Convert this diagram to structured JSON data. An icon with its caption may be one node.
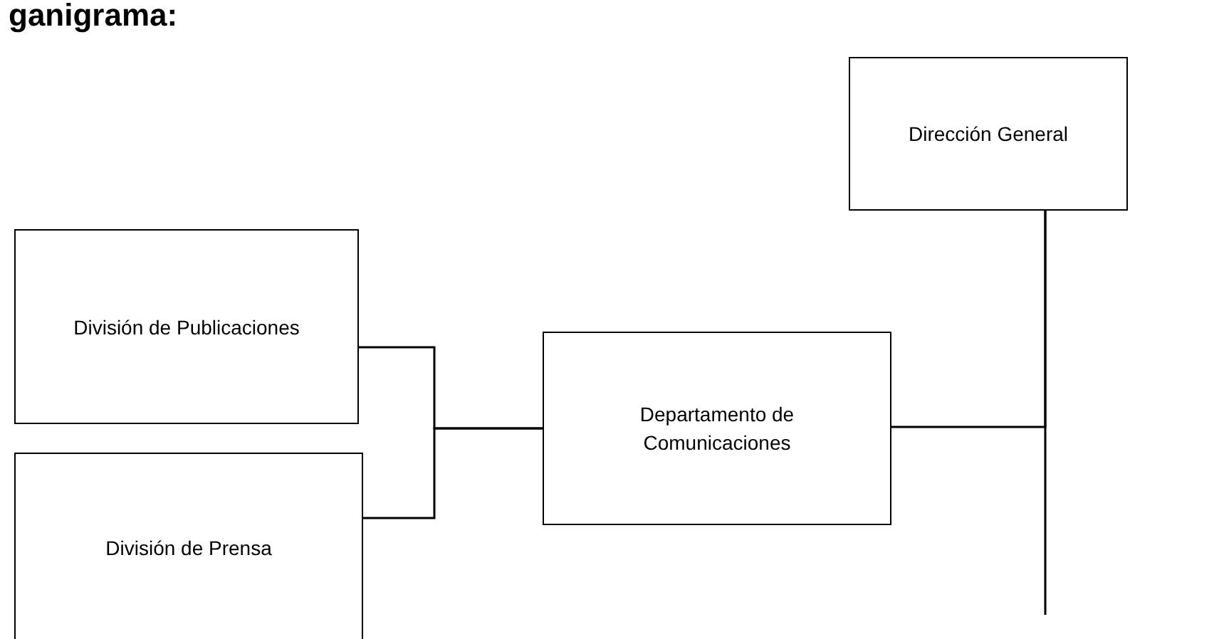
{
  "diagram": {
    "title": "ganigrama:",
    "nodes": [
      {
        "text": [
          "Dirección General"
        ]
      },
      {
        "text": [
          "División de Publicaciones"
        ]
      },
      {
        "text": [
          "Departamento de Comunicaciones"
        ]
      },
      {
        "text": [
          "División de Prensa"
        ]
      }
    ],
    "edges": [
      {
        "from": 1,
        "to": 2,
        "arrow": "none"
      },
      {
        "from": 3,
        "to": 2,
        "arrow": "none"
      },
      {
        "from": 2,
        "to": 0,
        "arrow": "none"
      },
      {
        "from": 0,
        "to": null,
        "arrow": "none"
      }
    ]
  }
}
